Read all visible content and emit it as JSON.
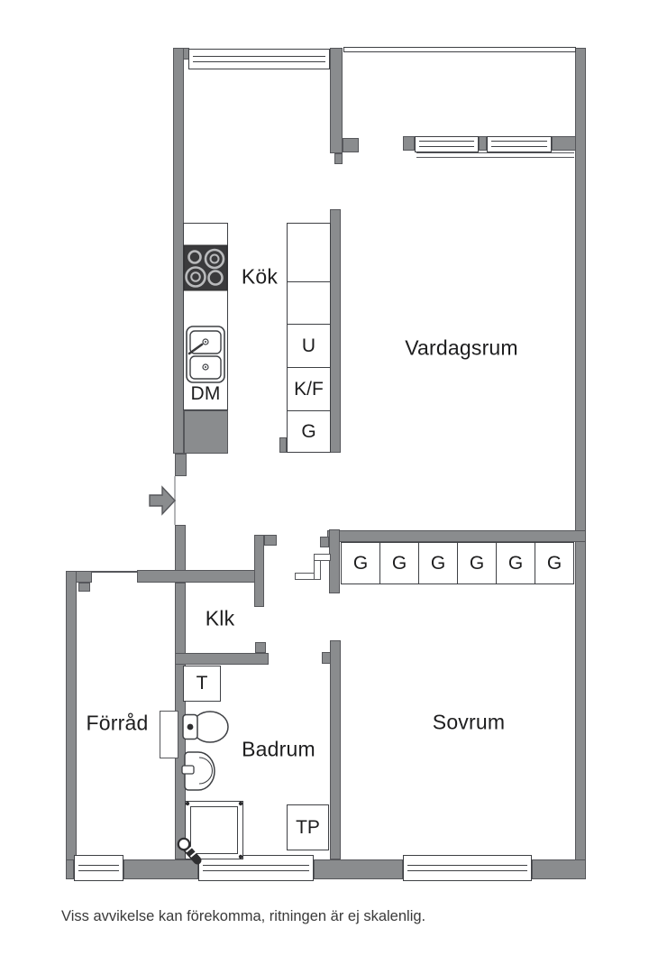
{
  "plan": {
    "rooms": {
      "kok": "Kök",
      "vardagsrum": "Vardagsrum",
      "klk": "Klk",
      "forrad": "Förråd",
      "badrum": "Badrum",
      "sovrum": "Sovrum"
    },
    "kitchen": {
      "dishwasher": "DM",
      "cabinets": [
        "",
        "",
        "U",
        "K/F",
        "G"
      ]
    },
    "wardrobes": [
      "G",
      "G",
      "G",
      "G",
      "G",
      "G"
    ],
    "bathroom": {
      "cabinet": "T",
      "laundry": "TP"
    },
    "disclaimer": "Viss avvikelse kan förekomma, ritningen är ej skalenlig.",
    "colors": {
      "wall": "#8a8c8e",
      "wallOutline": "#56575b",
      "line": "#3e4044",
      "fixtureDark": "#3a3a3c",
      "text": "#1d1d1e"
    }
  }
}
